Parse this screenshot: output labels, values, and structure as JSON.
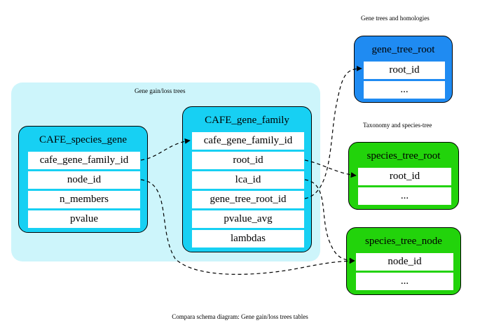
{
  "cluster_labels": {
    "gene_trees": "Gene trees and homologies",
    "gain_loss": "Gene gain/loss trees",
    "taxonomy": "Taxonomy and species-tree"
  },
  "caption": "Compara schema diagram: Gene gain/loss trees tables",
  "tables": {
    "cafe_species_gene": {
      "title": "CAFE_species_gene",
      "rows": [
        "cafe_gene_family_id",
        "node_id",
        "n_members",
        "pvalue"
      ]
    },
    "cafe_gene_family": {
      "title": "CAFE_gene_family",
      "rows": [
        "cafe_gene_family_id",
        "root_id",
        "lca_id",
        "gene_tree_root_id",
        "pvalue_avg",
        "lambdas"
      ]
    },
    "gene_tree_root": {
      "title": "gene_tree_root",
      "rows": [
        "root_id",
        "..."
      ]
    },
    "species_tree_root": {
      "title": "species_tree_root",
      "rows": [
        "root_id",
        "..."
      ]
    },
    "species_tree_node": {
      "title": "species_tree_node",
      "rows": [
        "node_id",
        "..."
      ]
    }
  },
  "colors": {
    "gene_tree_table": "#1f8bf2",
    "gain_loss_table": "#17d0f3",
    "species_table": "#22d30b",
    "cluster_bg": "#cdf5fb"
  }
}
